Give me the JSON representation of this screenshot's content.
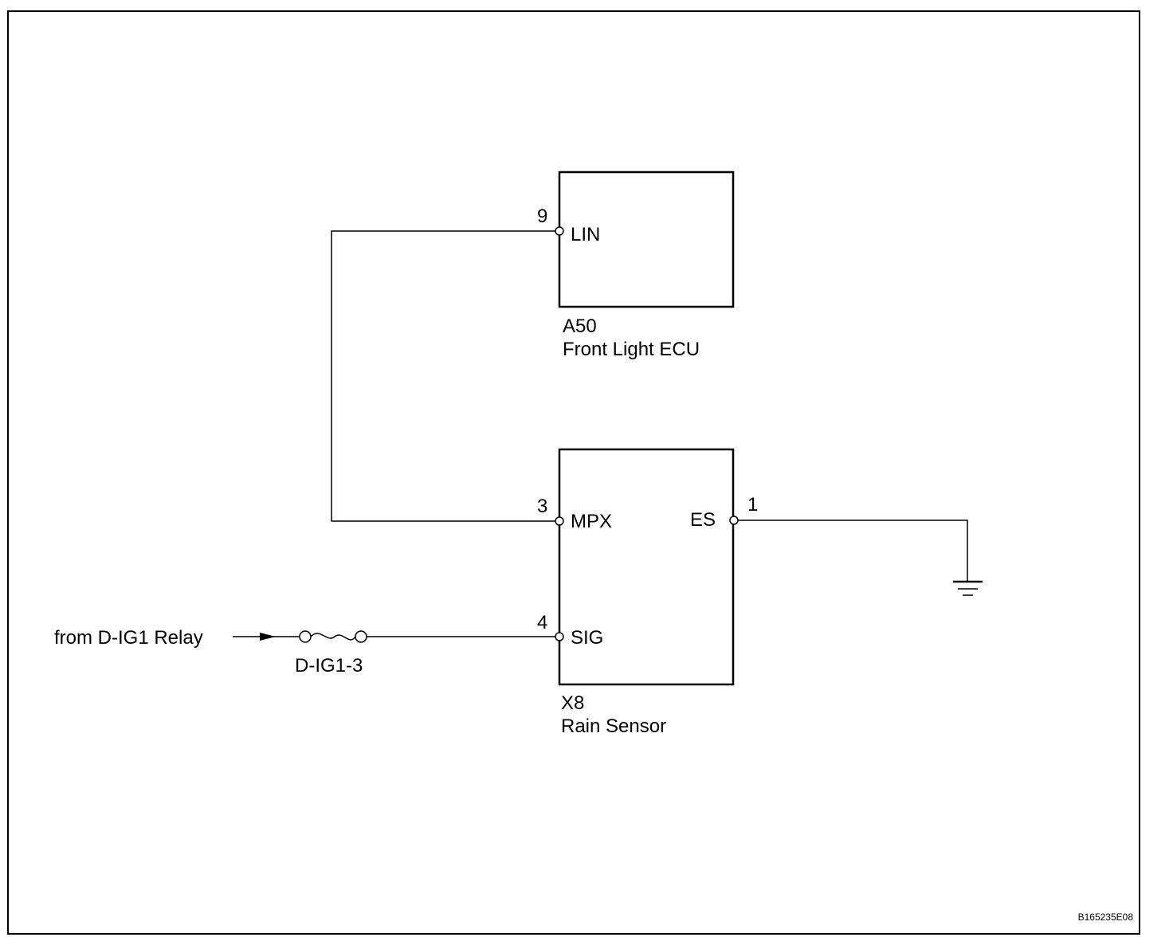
{
  "front_light_ecu": {
    "code": "A50",
    "name": "Front Light ECU",
    "pin_number": "9",
    "pin_label": "LIN"
  },
  "rain_sensor": {
    "code": "X8",
    "name": "Rain Sensor",
    "pins": {
      "mpx": {
        "number": "3",
        "label": "MPX"
      },
      "sig": {
        "number": "4",
        "label": "SIG"
      },
      "es": {
        "number": "1",
        "label": "ES"
      }
    }
  },
  "power_source": {
    "label": "from D-IG1 Relay",
    "fuse_label": "D-IG1-3"
  },
  "figure_code": "B165235E08"
}
